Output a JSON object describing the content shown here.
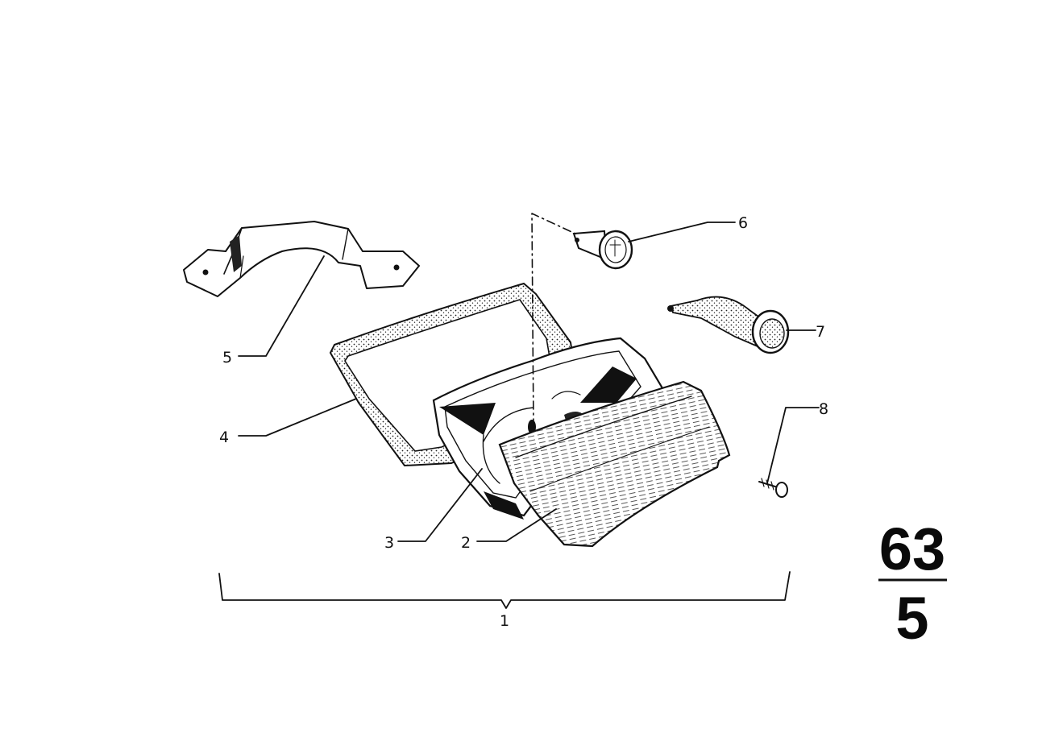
{
  "diagram": {
    "callouts": [
      {
        "number": "1"
      },
      {
        "number": "2"
      },
      {
        "number": "3"
      },
      {
        "number": "4"
      },
      {
        "number": "5"
      },
      {
        "number": "6"
      },
      {
        "number": "7"
      },
      {
        "number": "8"
      }
    ],
    "group_number": {
      "main": "63",
      "sub": "5"
    },
    "colors": {
      "ink": "#111111",
      "background": "#ffffff"
    }
  }
}
